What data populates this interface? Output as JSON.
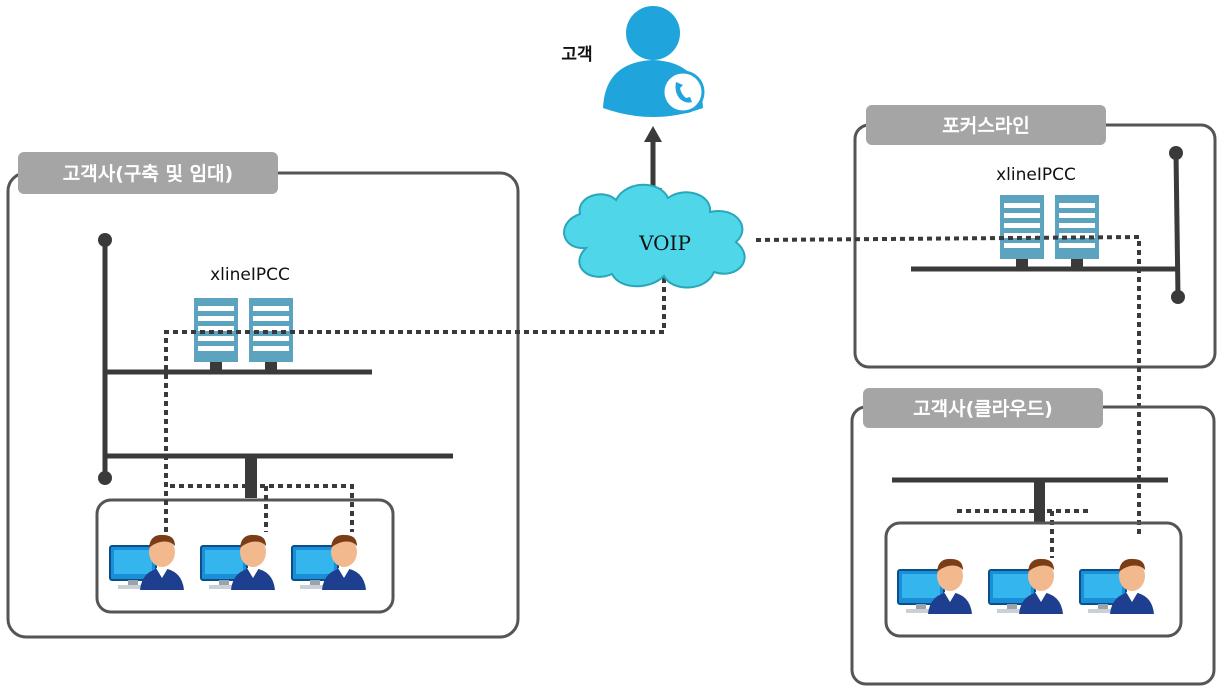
{
  "customer": {
    "label": "고객"
  },
  "voip": {
    "label": "VOIP"
  },
  "panels": {
    "onprem": {
      "label": "고객사(구축 및 임대)",
      "server_label": "xlineIPCC"
    },
    "focusline": {
      "label": "포커스라인",
      "server_label": "xlineIPCC"
    },
    "cloud": {
      "label": "고객사(클라우드)"
    }
  },
  "colors": {
    "panel_border": "#555555",
    "label_bg": "#a5a5a5",
    "line": "#3a3a3a",
    "server": "#5ba3bf",
    "cloud": "#4fd6e8",
    "customer_icon": "#1fa4dc"
  }
}
